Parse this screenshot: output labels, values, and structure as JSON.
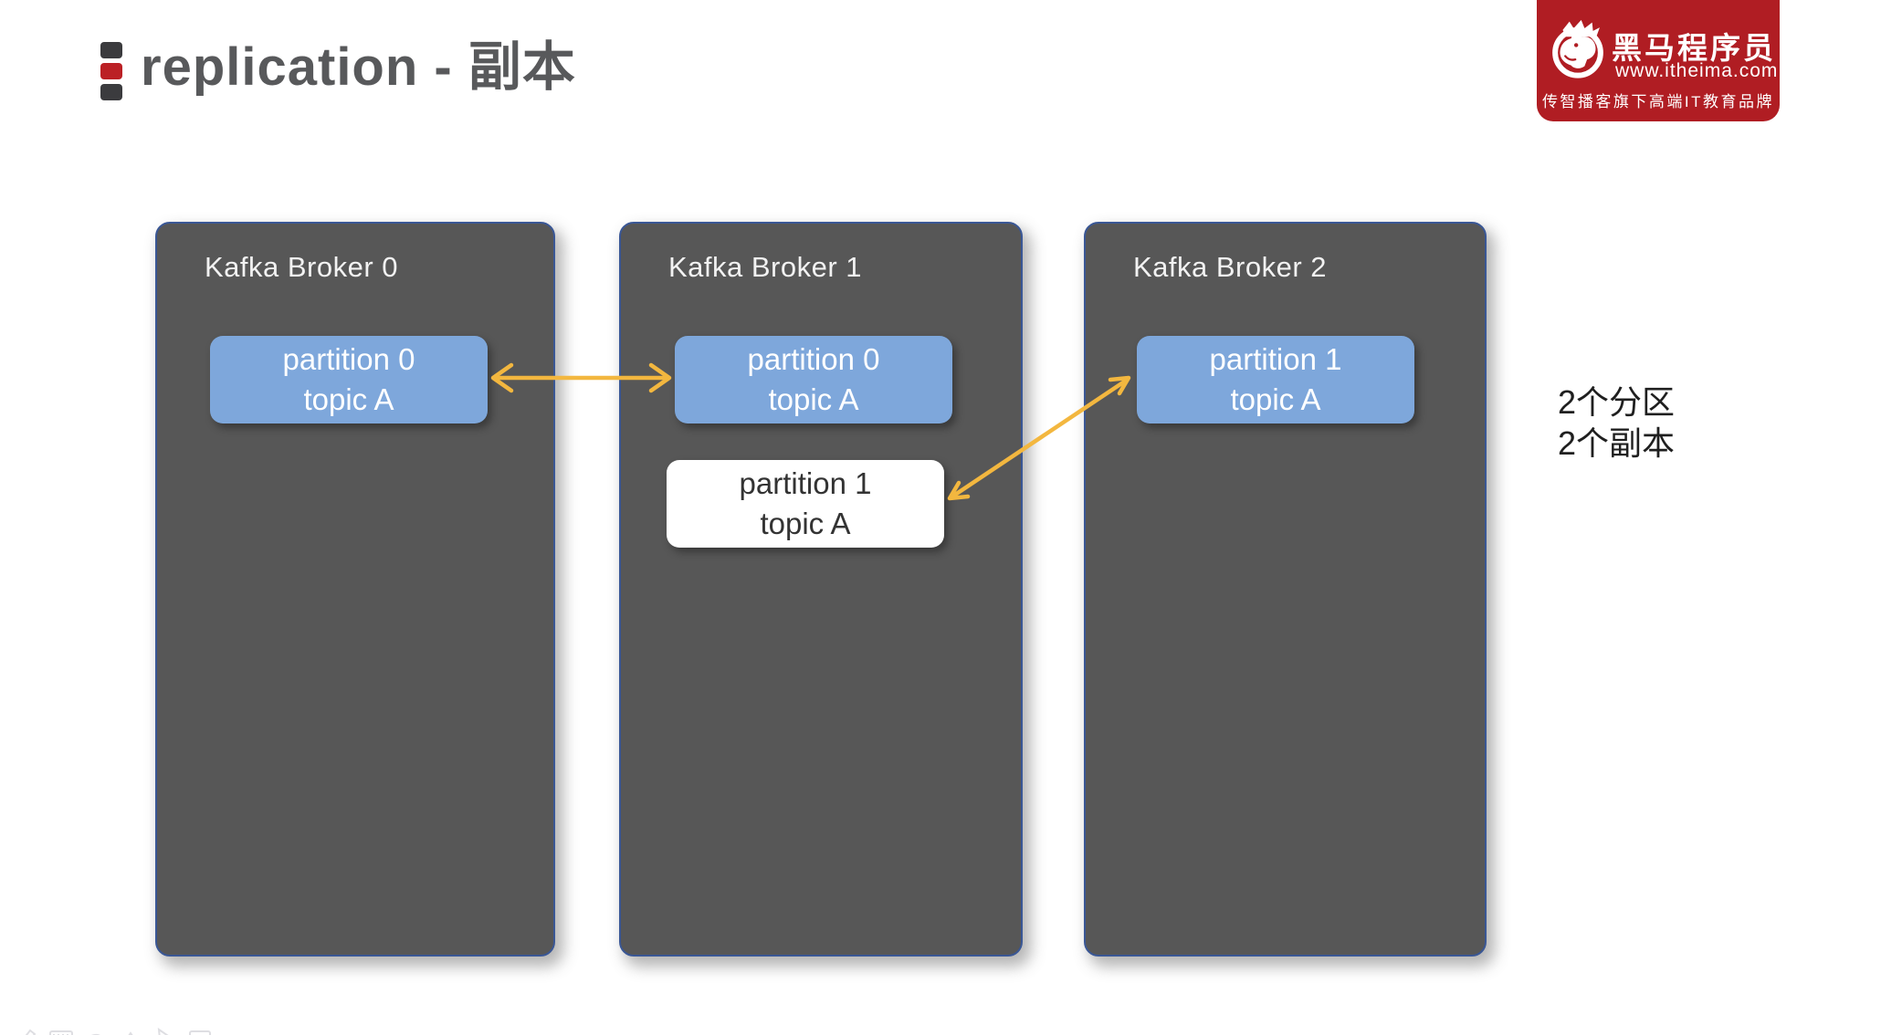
{
  "slide": {
    "title": "replication - 副本"
  },
  "logo": {
    "name": "黑马程序员",
    "url": "www.itheima.com",
    "tagline": "传智播客旗下高端IT教育品牌"
  },
  "brokers": [
    {
      "label": "Kafka Broker 0",
      "partitions": [
        {
          "line1": "partition 0",
          "line2": "topic A",
          "style": "blue"
        }
      ]
    },
    {
      "label": "Kafka Broker 1",
      "partitions": [
        {
          "line1": "partition 0",
          "line2": "topic A",
          "style": "blue"
        },
        {
          "line1": "partition 1",
          "line2": "topic A",
          "style": "white"
        }
      ]
    },
    {
      "label": "Kafka Broker 2",
      "partitions": [
        {
          "line1": "partition 1",
          "line2": "topic A",
          "style": "blue"
        }
      ]
    }
  ],
  "arrows": [
    {
      "type": "double-headed",
      "connects": [
        "broker0.partition0-topicA",
        "broker1.partition0-topicA"
      ]
    },
    {
      "type": "double-headed",
      "connects": [
        "broker1.partition1-topicA",
        "broker2.partition1-topicA"
      ]
    }
  ],
  "annotation": {
    "lines": [
      "2个分区",
      "2个副本"
    ]
  },
  "icons": {
    "title_bullet": "three-stacked-squares",
    "logo_mark": "horse-in-circle",
    "toolbar": [
      "pen-icon",
      "keyboard-icon",
      "shape-icon",
      "mountain-icon",
      "pointer-icon",
      "rectangle-icon"
    ]
  },
  "colors": {
    "logo-red": "#B01D23",
    "accent-red": "#BB2025",
    "title-gray": "#58595B",
    "broker-fill": "#575757",
    "broker-border": "#3A5795",
    "partition-blue": "#7EA7DB",
    "arrow-gold": "#F3B73F",
    "annotation-dark": "#1F1F1F"
  }
}
